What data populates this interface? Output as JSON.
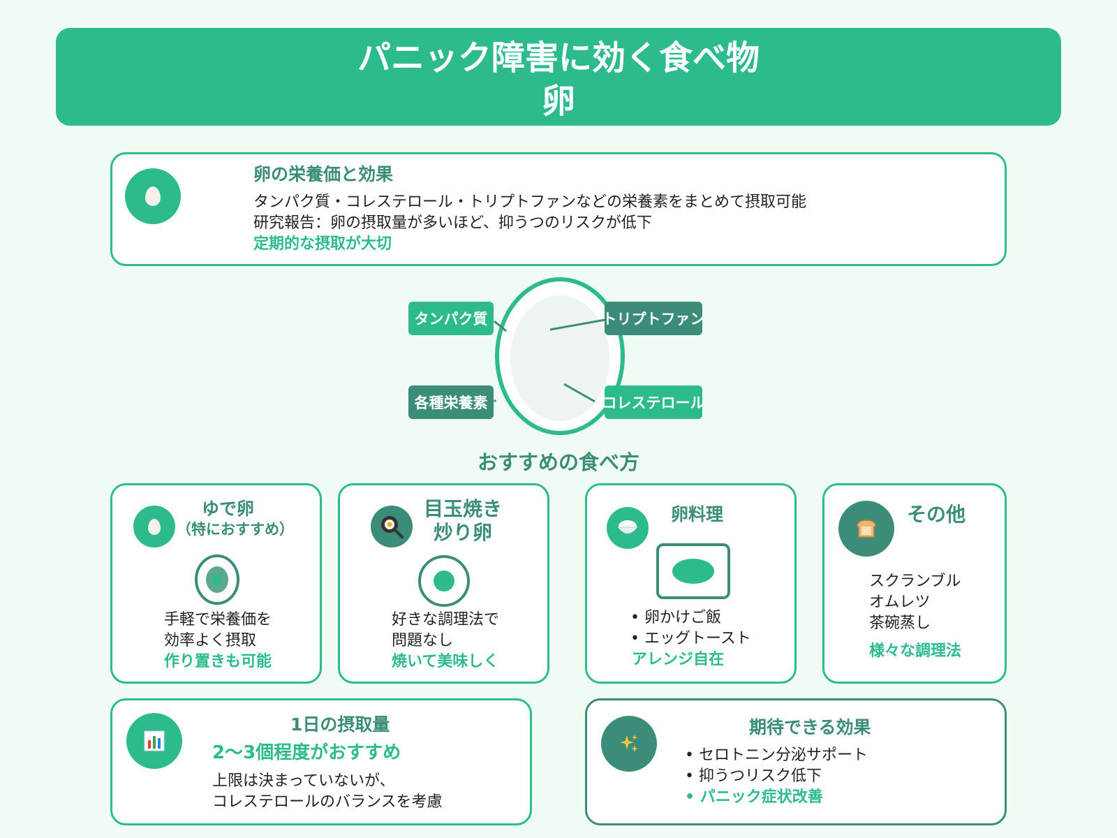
{
  "header": {
    "title": "パニック障害に効く食べ物",
    "subtitle": "卵"
  },
  "nutrition": {
    "icon": "egg-icon",
    "heading": "卵の栄養価と効果",
    "line1": "タンパク質・コレステロール・トリプトファンなどの栄養素をまとめて摂取可能",
    "line2": "研究報告：卵の摂取量が多いほど、抑うつのリスクが低下",
    "highlight": "定期的な摂取が大切"
  },
  "diagram": {
    "labels": {
      "protein": "タンパク質",
      "tryptophan": "トリプトファン",
      "nutrients": "各種栄養素",
      "cholesterol": "コレステロール"
    }
  },
  "recommend": {
    "section_title": "おすすめの食べ方",
    "boiled": {
      "icon": "egg-icon",
      "title": "ゆで卵",
      "subtitle": "（特におすすめ）",
      "line1": "手軽で栄養価を",
      "line2": "効率よく摂取",
      "highlight": "作り置きも可能"
    },
    "fried": {
      "icon": "frying-pan-icon",
      "title1": "目玉焼き",
      "title2": "炒り卵",
      "line1": "好きな調理法で",
      "line2": "問題なし",
      "highlight": "焼いて美味しく"
    },
    "dishes": {
      "icon": "rice-bowl-icon",
      "title": "卵料理",
      "item1": "• 卵かけご飯",
      "item2": "• エッグトースト",
      "highlight": "アレンジ自在"
    },
    "other": {
      "icon": "bread-icon",
      "title": "その他",
      "item1": "スクランブル",
      "item2": "オムレツ",
      "item3": "茶碗蒸し",
      "highlight": "様々な調理法"
    }
  },
  "intake": {
    "icon": "bar-chart-icon",
    "title": "1日の摂取量",
    "highlight": "2〜3個程度がおすすめ",
    "line1": "上限は決まっていないが、",
    "line2": "コレステロールのバランスを考慮"
  },
  "effects": {
    "icon": "sparkles-icon",
    "title": "期待できる効果",
    "item1": "• セロトニン分泌サポート",
    "item2": "• 抑うつリスク低下",
    "item3": "• パニック症状改善"
  },
  "colors": {
    "primary": "#2dba8d",
    "dark": "#3b8c78",
    "background": "#effbf3"
  }
}
